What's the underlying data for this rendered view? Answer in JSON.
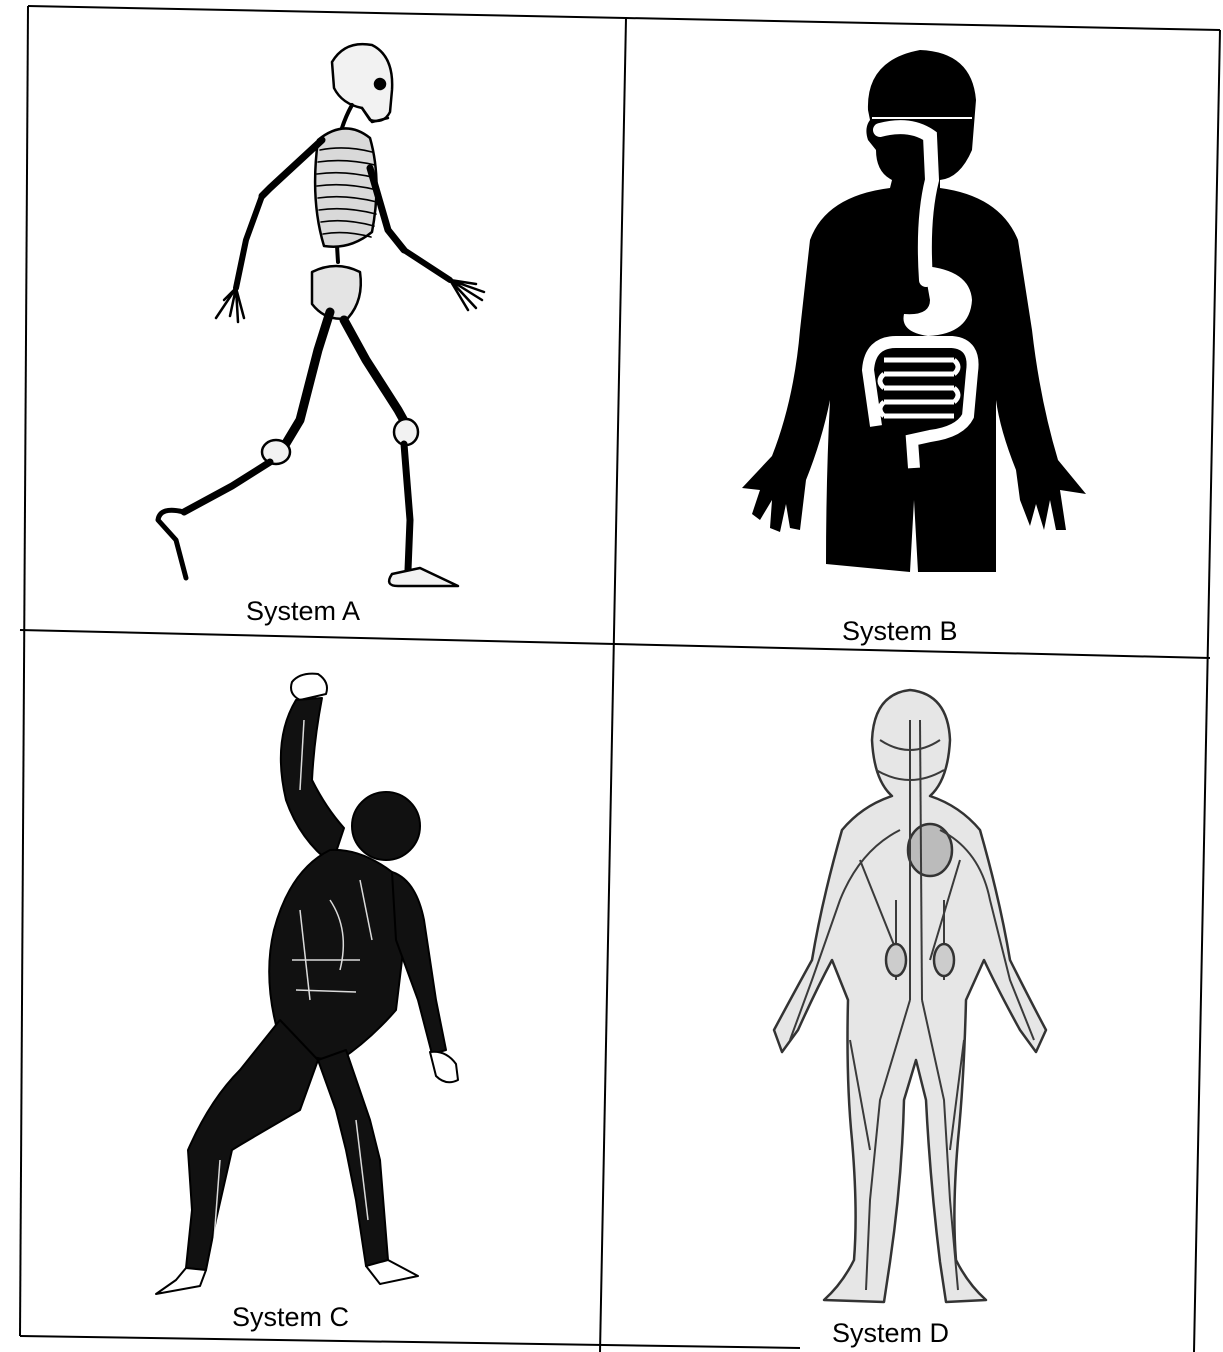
{
  "panels": [
    {
      "label": "System A",
      "figure": "skeleton-figure"
    },
    {
      "label": "System B",
      "figure": "digestive-figure"
    },
    {
      "label": "System C",
      "figure": "muscular-figure"
    },
    {
      "label": "System D",
      "figure": "circulatory-figure"
    }
  ],
  "colors": {
    "ink": "#000000",
    "paper": "#ffffff",
    "bone": "#f2f2f2",
    "vessel": "#3a3a3a"
  }
}
